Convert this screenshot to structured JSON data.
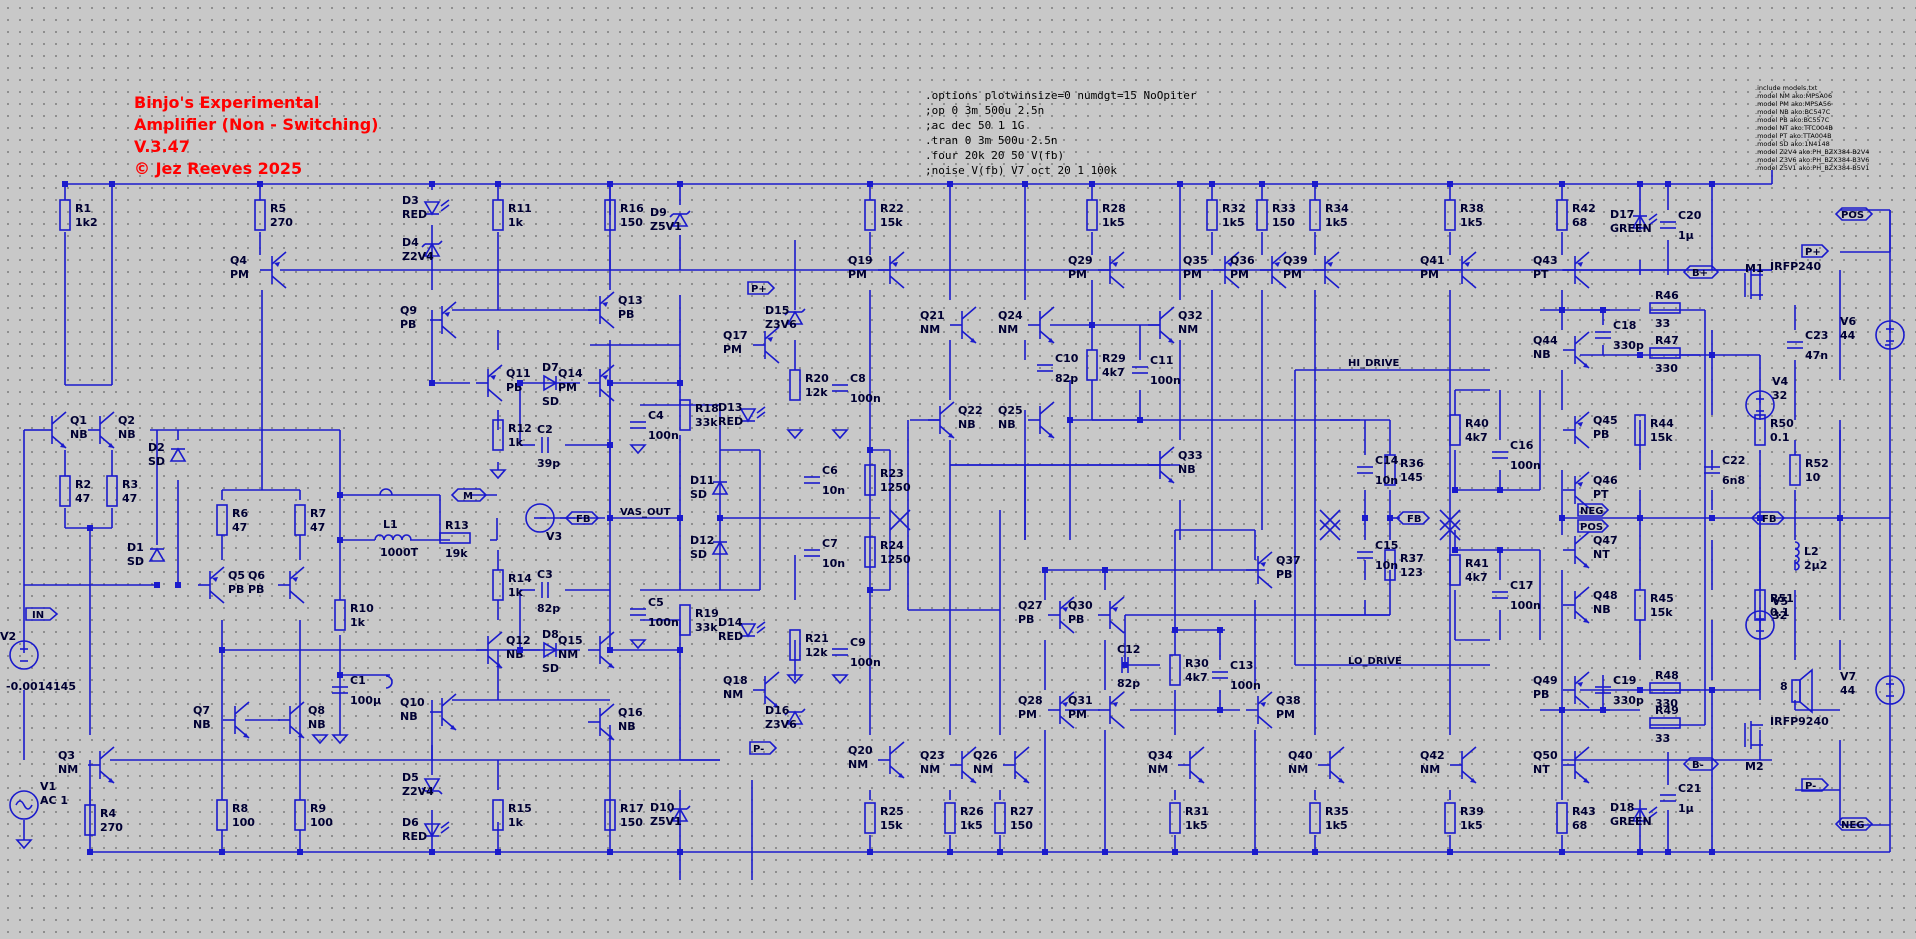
{
  "title": {
    "lines": [
      "Binjo's Experimental",
      "Amplifier (Non - Switching)",
      "V.3.47",
      "© Jez Reeves 2025"
    ],
    "color": "#ff0000"
  },
  "directives": [
    ".options plotwinsize=0 numdgt=15 NoOpiter",
    ";op 0 3m 500u 2.5n",
    ";ac dec 50 1 1G",
    ".tran 0 3m 500u 2.5n",
    ".four 20k 20 50 V(fb)",
    ";noise V(fb) V7 oct 20 1 100k"
  ],
  "models": [
    ".include models.txt",
    ".model NM ako:MPSA06",
    ".model PM ako:MPSA56",
    ".model NB ako:BC547C",
    ".model PB ako:BC557C",
    ".model NT ako:TTC004B",
    ".model PT ako:TTA004B",
    ".model SD ako:1N4148",
    ".model Z2V4 ako:PH_BZX384-B2V4",
    ".model Z3V6 ako:PH_BZX384-B3V6",
    ".model Z5V1 ako:PH_BZX384-B5V1"
  ],
  "resistors": [
    {
      "n": "R1",
      "v": "1k2"
    },
    {
      "n": "R2",
      "v": "47"
    },
    {
      "n": "R3",
      "v": "47"
    },
    {
      "n": "R4",
      "v": "270"
    },
    {
      "n": "R5",
      "v": "270"
    },
    {
      "n": "R6",
      "v": "47"
    },
    {
      "n": "R7",
      "v": "47"
    },
    {
      "n": "R8",
      "v": "100"
    },
    {
      "n": "R9",
      "v": "100"
    },
    {
      "n": "R10",
      "v": "1k"
    },
    {
      "n": "R11",
      "v": "1k"
    },
    {
      "n": "R12",
      "v": "1k"
    },
    {
      "n": "R13",
      "v": "19k"
    },
    {
      "n": "R14",
      "v": "1k"
    },
    {
      "n": "R15",
      "v": "1k"
    },
    {
      "n": "R16",
      "v": "150"
    },
    {
      "n": "R17",
      "v": "150"
    },
    {
      "n": "R18",
      "v": "33k"
    },
    {
      "n": "R19",
      "v": "33k"
    },
    {
      "n": "R20",
      "v": "12k"
    },
    {
      "n": "R21",
      "v": "12k"
    },
    {
      "n": "R22",
      "v": "15k"
    },
    {
      "n": "R23",
      "v": "1250"
    },
    {
      "n": "R24",
      "v": "1250"
    },
    {
      "n": "R25",
      "v": "15k"
    },
    {
      "n": "R26",
      "v": "1k5"
    },
    {
      "n": "R27",
      "v": "150"
    },
    {
      "n": "R28",
      "v": "1k5"
    },
    {
      "n": "R29",
      "v": "4k7"
    },
    {
      "n": "R30",
      "v": "4k7"
    },
    {
      "n": "R31",
      "v": "1k5"
    },
    {
      "n": "R32",
      "v": "1k5"
    },
    {
      "n": "R33",
      "v": "150"
    },
    {
      "n": "R34",
      "v": "1k5"
    },
    {
      "n": "R35",
      "v": "1k5"
    },
    {
      "n": "R36",
      "v": "145"
    },
    {
      "n": "R37",
      "v": "123"
    },
    {
      "n": "R38",
      "v": "1k5"
    },
    {
      "n": "R39",
      "v": "1k5"
    },
    {
      "n": "R40",
      "v": "4k7"
    },
    {
      "n": "R41",
      "v": "4k7"
    },
    {
      "n": "R42",
      "v": "68"
    },
    {
      "n": "R43",
      "v": "68"
    },
    {
      "n": "R44",
      "v": "15k"
    },
    {
      "n": "R45",
      "v": "15k"
    },
    {
      "n": "R46",
      "v": "33"
    },
    {
      "n": "R47",
      "v": "330"
    },
    {
      "n": "R48",
      "v": "330"
    },
    {
      "n": "R49",
      "v": "33"
    },
    {
      "n": "R50",
      "v": "0.1"
    },
    {
      "n": "R51",
      "v": "0.1"
    },
    {
      "n": "R52",
      "v": "10"
    }
  ],
  "capacitors": [
    {
      "n": "C1",
      "v": "100µ"
    },
    {
      "n": "C2",
      "v": "39p"
    },
    {
      "n": "C3",
      "v": "82p"
    },
    {
      "n": "C4",
      "v": "100n"
    },
    {
      "n": "C5",
      "v": "100n"
    },
    {
      "n": "C6",
      "v": "10n"
    },
    {
      "n": "C7",
      "v": "10n"
    },
    {
      "n": "C8",
      "v": "100n"
    },
    {
      "n": "C9",
      "v": "100n"
    },
    {
      "n": "C10",
      "v": "82p"
    },
    {
      "n": "C11",
      "v": "100n"
    },
    {
      "n": "C12",
      "v": "82p"
    },
    {
      "n": "C13",
      "v": "100n"
    },
    {
      "n": "C14",
      "v": "10n"
    },
    {
      "n": "C15",
      "v": "10n"
    },
    {
      "n": "C16",
      "v": "100n"
    },
    {
      "n": "C17",
      "v": "100n"
    },
    {
      "n": "C18",
      "v": "330p"
    },
    {
      "n": "C19",
      "v": "330p"
    },
    {
      "n": "C20",
      "v": "1µ"
    },
    {
      "n": "C21",
      "v": "1µ"
    },
    {
      "n": "C22",
      "v": "6n8"
    },
    {
      "n": "C23",
      "v": "47n"
    }
  ],
  "transistors": [
    {
      "n": "Q1",
      "m": "NB"
    },
    {
      "n": "Q2",
      "m": "NB"
    },
    {
      "n": "Q3",
      "m": "NM"
    },
    {
      "n": "Q4",
      "m": "PM"
    },
    {
      "n": "Q5",
      "m": "PB"
    },
    {
      "n": "Q6",
      "m": "PB"
    },
    {
      "n": "Q7",
      "m": "NB"
    },
    {
      "n": "Q8",
      "m": "NB"
    },
    {
      "n": "Q9",
      "m": "PB"
    },
    {
      "n": "Q10",
      "m": "NB"
    },
    {
      "n": "Q11",
      "m": "PB"
    },
    {
      "n": "Q12",
      "m": "NB"
    },
    {
      "n": "Q13",
      "m": "PB"
    },
    {
      "n": "Q14",
      "m": "PM"
    },
    {
      "n": "Q15",
      "m": "NM"
    },
    {
      "n": "Q16",
      "m": "NB"
    },
    {
      "n": "Q17",
      "m": "PM"
    },
    {
      "n": "Q18",
      "m": "NM"
    },
    {
      "n": "Q19",
      "m": "PM"
    },
    {
      "n": "Q20",
      "m": "NM"
    },
    {
      "n": "Q21",
      "m": "NM"
    },
    {
      "n": "Q22",
      "m": "NB"
    },
    {
      "n": "Q23",
      "m": "NM"
    },
    {
      "n": "Q24",
      "m": "NM"
    },
    {
      "n": "Q25",
      "m": "NB"
    },
    {
      "n": "Q26",
      "m": "NM"
    },
    {
      "n": "Q27",
      "m": "PB"
    },
    {
      "n": "Q28",
      "m": "PM"
    },
    {
      "n": "Q29",
      "m": "PM"
    },
    {
      "n": "Q30",
      "m": "PB"
    },
    {
      "n": "Q31",
      "m": "PM"
    },
    {
      "n": "Q32",
      "m": "NM"
    },
    {
      "n": "Q33",
      "m": "NB"
    },
    {
      "n": "Q34",
      "m": "NM"
    },
    {
      "n": "Q35",
      "m": "PM"
    },
    {
      "n": "Q36",
      "m": "PM"
    },
    {
      "n": "Q37",
      "m": "PB"
    },
    {
      "n": "Q38",
      "m": "PM"
    },
    {
      "n": "Q39",
      "m": "PM"
    },
    {
      "n": "Q40",
      "m": "NM"
    },
    {
      "n": "Q41",
      "m": "PM"
    },
    {
      "n": "Q42",
      "m": "NM"
    },
    {
      "n": "Q43",
      "m": "PT"
    },
    {
      "n": "Q44",
      "m": "NB"
    },
    {
      "n": "Q45",
      "m": "PB"
    },
    {
      "n": "Q46",
      "m": "PT"
    },
    {
      "n": "Q47",
      "m": "NT"
    },
    {
      "n": "Q48",
      "m": "NB"
    },
    {
      "n": "Q49",
      "m": "PB"
    },
    {
      "n": "Q50",
      "m": "NT"
    }
  ],
  "diodes": [
    {
      "n": "D1",
      "m": "SD"
    },
    {
      "n": "D2",
      "m": "SD"
    },
    {
      "n": "D3",
      "m": "RED"
    },
    {
      "n": "D4",
      "m": "Z2V4"
    },
    {
      "n": "D5",
      "m": "Z2V4"
    },
    {
      "n": "D6",
      "m": "RED"
    },
    {
      "n": "D7",
      "m": "SD"
    },
    {
      "n": "D8",
      "m": "SD"
    },
    {
      "n": "D9",
      "m": "Z5V1"
    },
    {
      "n": "D10",
      "m": "Z5V1"
    },
    {
      "n": "D11",
      "m": "SD"
    },
    {
      "n": "D12",
      "m": "SD"
    },
    {
      "n": "D13",
      "m": "RED"
    },
    {
      "n": "D14",
      "m": "RED"
    },
    {
      "n": "D15",
      "m": "Z3V6"
    },
    {
      "n": "D16",
      "m": "Z3V6"
    },
    {
      "n": "D17",
      "m": "GREEN"
    },
    {
      "n": "D18",
      "m": "GREEN"
    }
  ],
  "mosfets": [
    {
      "n": "M1",
      "m": "IRFP240"
    },
    {
      "n": "M2",
      "m": "IRFP9240"
    }
  ],
  "inductors": [
    {
      "n": "L1",
      "v": "1000T"
    },
    {
      "n": "L2",
      "v": "2µ2"
    }
  ],
  "sources": [
    {
      "n": "V1",
      "v": "AC 1"
    },
    {
      "n": "V2",
      "v": "-0.0014145"
    },
    {
      "n": "V3",
      "v": ""
    },
    {
      "n": "V4",
      "v": "32"
    },
    {
      "n": "V5",
      "v": "32"
    },
    {
      "n": "V6",
      "v": "44"
    },
    {
      "n": "V7",
      "v": "44"
    }
  ],
  "speaker": {
    "v": "8"
  },
  "nets": {
    "in": "IN",
    "fb": "FB",
    "m": "M",
    "vas_out": "VAS_OUT",
    "p_plus": "P+",
    "p_minus": "P-",
    "b_plus": "B+",
    "b_minus": "B-",
    "pos": "POS",
    "neg": "NEG",
    "hi_drive": "HI_DRIVE",
    "lo_drive": "LO_DRIVE"
  },
  "colors": {
    "wire": "#1a1acc",
    "text": "#000033",
    "title": "#ff0000",
    "background": "#c8c8c8"
  }
}
